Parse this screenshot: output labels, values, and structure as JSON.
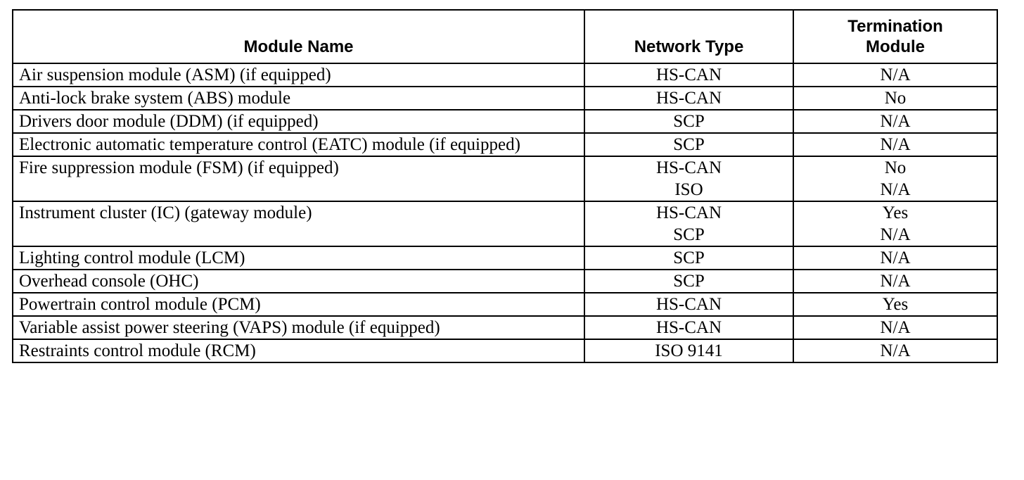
{
  "table": {
    "headers": {
      "module_name": "Module Name",
      "network_type": "Network Type",
      "termination_line1": "Termination",
      "termination_line2": "Module"
    },
    "rows": [
      {
        "module": "Air suspension module (ASM) (if equipped)",
        "network": [
          "HS-CAN"
        ],
        "termination": [
          "N/A"
        ]
      },
      {
        "module": "Anti-lock brake system (ABS) module",
        "network": [
          "HS-CAN"
        ],
        "termination": [
          "No"
        ]
      },
      {
        "module": "Drivers door module (DDM) (if equipped)",
        "network": [
          "SCP"
        ],
        "termination": [
          "N/A"
        ]
      },
      {
        "module": "Electronic automatic temperature control (EATC) module (if equipped)",
        "network": [
          "SCP"
        ],
        "termination": [
          "N/A"
        ]
      },
      {
        "module": "Fire suppression module (FSM) (if equipped)",
        "network": [
          "HS-CAN",
          "ISO"
        ],
        "termination": [
          "No",
          "N/A"
        ]
      },
      {
        "module": "Instrument cluster (IC) (gateway module)",
        "network": [
          "HS-CAN",
          "SCP"
        ],
        "termination": [
          "Yes",
          "N/A"
        ]
      },
      {
        "module": "Lighting control module (LCM)",
        "network": [
          "SCP"
        ],
        "termination": [
          "N/A"
        ]
      },
      {
        "module": "Overhead console (OHC)",
        "network": [
          "SCP"
        ],
        "termination": [
          "N/A"
        ]
      },
      {
        "module": "Powertrain control module (PCM)",
        "network": [
          "HS-CAN"
        ],
        "termination": [
          "Yes"
        ]
      },
      {
        "module": "Variable assist power steering (VAPS) module (if equipped)",
        "network": [
          "HS-CAN"
        ],
        "termination": [
          "N/A"
        ]
      },
      {
        "module": "Restraints control module (RCM)",
        "network": [
          "ISO 9141"
        ],
        "termination": [
          "N/A"
        ]
      }
    ]
  }
}
